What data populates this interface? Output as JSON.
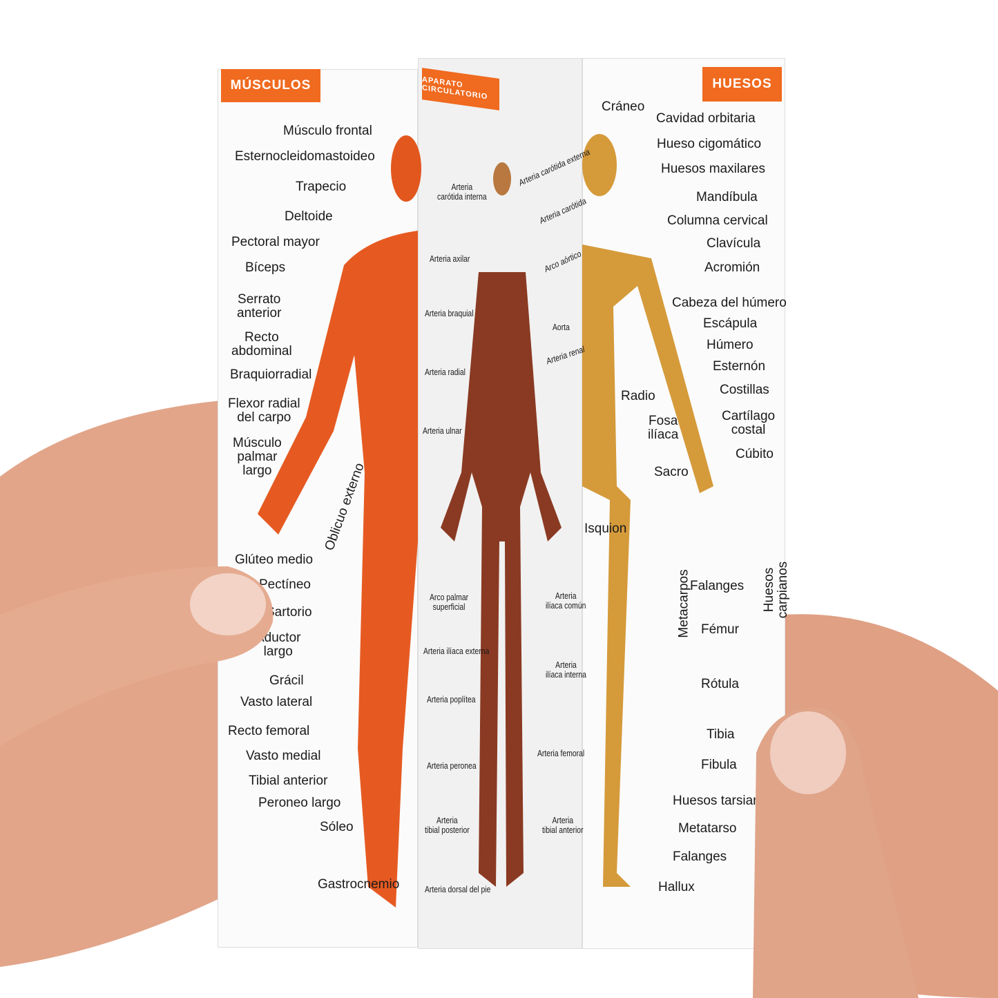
{
  "panels": {
    "muscles": {
      "title": "MÚSCULOS",
      "color": "#f06a1f",
      "labels": [
        "Músculo frontal",
        "Esternocleidomastoideo",
        "Trapecio",
        "Deltoide",
        "Pectoral mayor",
        "Bíceps",
        "Serrato\nanterior",
        "Recto\nabdominal",
        "Braquiorradial",
        "Flexor radial\ndel carpo",
        "Músculo\npalmar\nlargo",
        "Oblicuo externo",
        "Glúteo medio",
        "Pectíneo",
        "Sartorio",
        "Aductor\nlargo",
        "Grácil",
        "Vasto lateral",
        "Recto femoral",
        "Vasto medial",
        "Tibial anterior",
        "Peroneo largo",
        "Sóleo",
        "Gastrocnemio"
      ]
    },
    "circulatory": {
      "title": "APARATO CIRCULATORIO",
      "color": "#f06a1f",
      "labels": [
        "Arteria\ncarótida interna",
        "Arteria carótida externa",
        "Arteria carótida",
        "Arteria axilar",
        "Arco aórtico",
        "Arteria braquial",
        "Aorta",
        "Arteria renal",
        "Arteria radial",
        "Arteria ulnar",
        "Arco palmar\nsuperficial",
        "Arteria\nilíaca común",
        "Arteria ilíaca externa",
        "Arteria\nilíaca interna",
        "Arteria poplítea",
        "Arteria femoral",
        "Arteria peronea",
        "Arteria\ntibial posterior",
        "Arteria\ntibial anterior",
        "Arteria dorsal del pie"
      ]
    },
    "bones": {
      "title": "HUESOS",
      "color": "#f06a1f",
      "labels": [
        "Cráneo",
        "Cavidad orbitaria",
        "Hueso cigomático",
        "Huesos maxilares",
        "Mandíbula",
        "Columna cervical",
        "Clavícula",
        "Acromión",
        "Cabeza del húmero",
        "Escápula",
        "Húmero",
        "Esternón",
        "Costillas",
        "Radio",
        "Fosa\nilíaca",
        "Cartílago\ncostal",
        "Cúbito",
        "Sacro",
        "Isquion",
        "Metacarpos",
        "Huesos\ncarpianos",
        "Falanges",
        "Fémur",
        "Rótula",
        "Tibia",
        "Fibula",
        "Huesos tarsianos",
        "Metatarso",
        "Falanges",
        "Hallux"
      ]
    }
  }
}
